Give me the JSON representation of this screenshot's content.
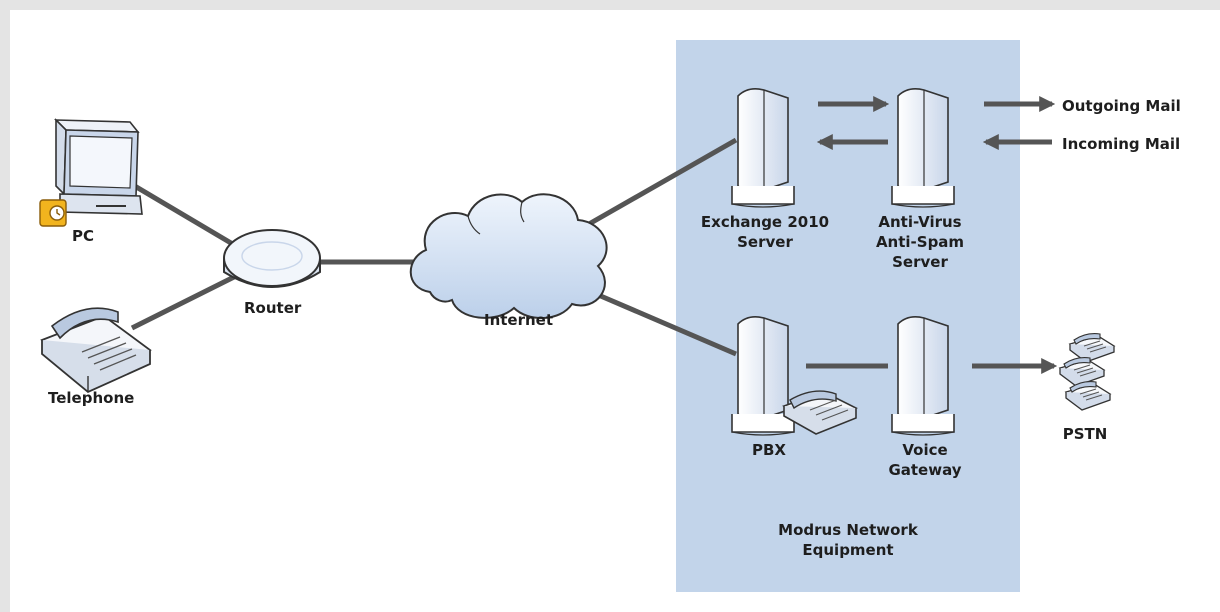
{
  "labels": {
    "pc": "PC",
    "telephone": "Telephone",
    "router": "Router",
    "internet": "Internet",
    "exchange": [
      "Exchange 2010",
      "Server"
    ],
    "antivirus": [
      "Anti-Virus",
      "Anti-Spam",
      "Server"
    ],
    "outgoing": "Outgoing Mail",
    "incoming": "Incoming Mail",
    "pbx": "PBX",
    "gateway": [
      "Voice",
      "Gateway"
    ],
    "pstn": "PSTN",
    "zone": [
      "Modrus Network",
      "Equipment"
    ]
  },
  "colors": {
    "zone": "#c2d4ea",
    "link": "#555555",
    "device_fill": "#eef2f8",
    "outline": "#333333"
  }
}
